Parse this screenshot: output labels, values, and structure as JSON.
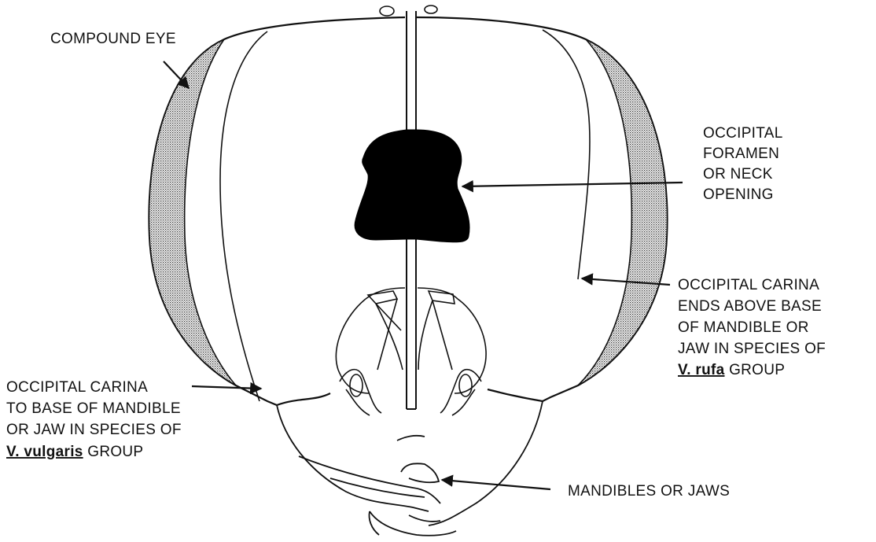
{
  "labels": {
    "compound_eye": "COMPOUND EYE",
    "foramen": [
      "OCCIPITAL",
      "FORAMEN",
      "OR NECK",
      "OPENING"
    ],
    "carina_right": [
      "OCCIPITAL CARINA",
      "ENDS ABOVE BASE",
      "OF MANDIBLE OR",
      "JAW IN SPECIES OF"
    ],
    "carina_right_species": "V. rufa",
    "carina_right_group": " GROUP",
    "carina_left": [
      "OCCIPITAL CARINA",
      "TO BASE OF MANDIBLE",
      "OR JAW IN SPECIES OF"
    ],
    "carina_left_species": "V. vulgaris",
    "carina_left_group": " GROUP",
    "mandibles": "MANDIBLES OR JAWS"
  }
}
